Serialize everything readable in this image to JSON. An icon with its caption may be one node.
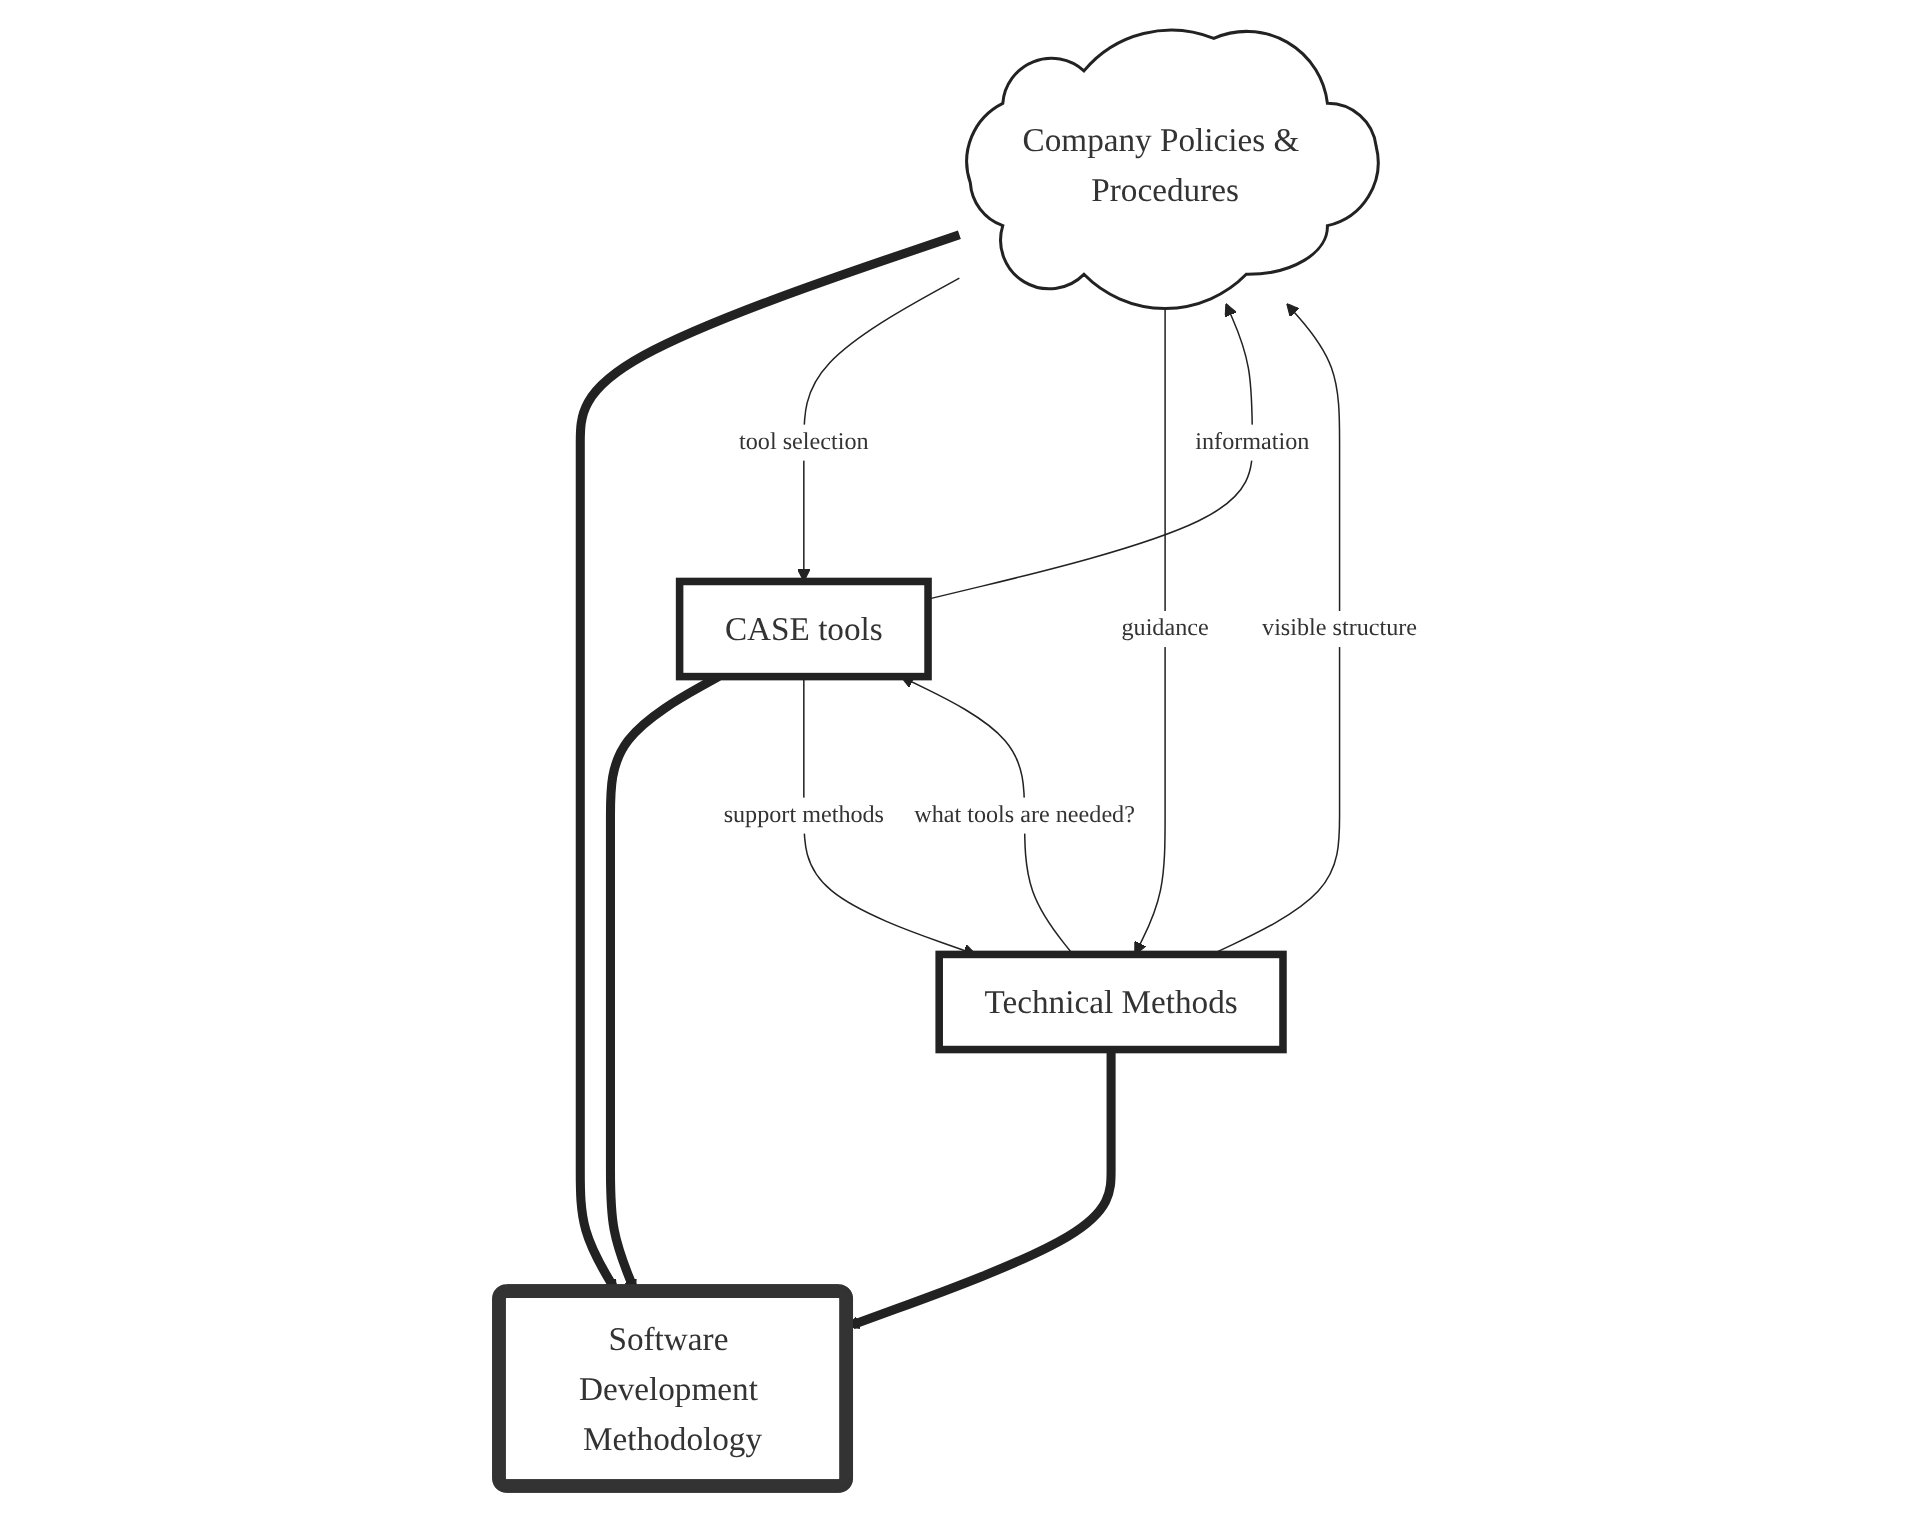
{
  "diagram": {
    "nodes": [
      {
        "text": [
          "Company Policies & Procedures"
        ]
      },
      {
        "text": [
          "Software Development Methodology"
        ]
      },
      {
        "text": [
          "CASE tools"
        ]
      },
      {
        "text": [
          "Technical Methods"
        ]
      }
    ],
    "edges": [
      {
        "from": 0,
        "to": 1,
        "arrow": "to",
        "style": "thick"
      },
      {
        "from": 0,
        "to": 2,
        "arrow": "to",
        "label": "tool selection"
      },
      {
        "from": 2,
        "to": 0,
        "arrow": "to",
        "label": "information"
      },
      {
        "from": 0,
        "to": 3,
        "arrow": "to",
        "label": "guidance"
      },
      {
        "from": 3,
        "to": 0,
        "arrow": "to",
        "label": "visible structure"
      },
      {
        "from": 2,
        "to": 1,
        "arrow": "to",
        "style": "thick"
      },
      {
        "from": 3,
        "to": 1,
        "arrow": "to",
        "style": "thick"
      },
      {
        "from": 2,
        "to": 3,
        "arrow": "to",
        "label": "support methods"
      },
      {
        "from": 3,
        "to": 2,
        "arrow": "to",
        "label": "what tools are needed?"
      }
    ]
  }
}
